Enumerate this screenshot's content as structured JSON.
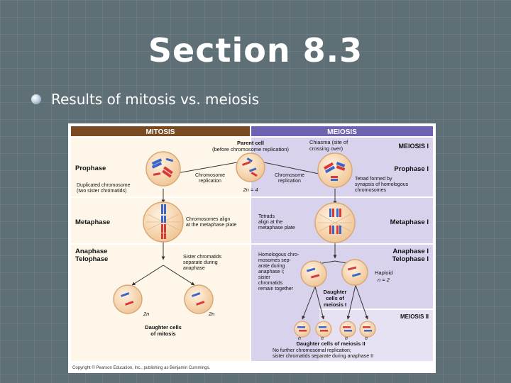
{
  "slide": {
    "title": "Section 8.3",
    "bullet": "Results of mitosis vs. meiosis"
  },
  "figure": {
    "mitosis_header": "MITOSIS",
    "meiosis_header": "MEIOSIS",
    "parent_cell": "Parent cell",
    "parent_cell_note": "(before chromosome replication)",
    "chiasma_1": "Chiasma (site of",
    "chiasma_2": "crossing over)",
    "meiosis_i_top": "MEIOSIS I",
    "prophase": "Prophase",
    "prophase_i": "Prophase I",
    "dup_chrom_1": "Duplicated chromosome",
    "dup_chrom_2": "(two sister chromatids)",
    "rep_left_1": "Chromosome",
    "rep_left_2": "replication",
    "rep_right_1": "Chromosome",
    "rep_right_2": "replication",
    "two_n_four": "2n = 4",
    "tetrad_1": "Tetrad formed by",
    "tetrad_2": "synapsis of homologous",
    "tetrad_3": "chromosomes",
    "metaphase": "Metaphase",
    "metaphase_i": "Metaphase I",
    "align_1": "Chromosomes align",
    "align_2": "at the metaphase plate",
    "tetrads_1": "Tetrads",
    "tetrads_2": "align at the",
    "tetrads_3": "metaphase plate",
    "anaphase": "Anaphase",
    "telophase": "Telophase",
    "anaphase_i": "Anaphase I",
    "telophase_i": "Telophase I",
    "sister_1": "Sister chromatids",
    "sister_2": "separate during",
    "sister_3": "anaphase",
    "homol_1": "Homologous chro-",
    "homol_2": "mosomes sep-",
    "homol_3": "arate during",
    "homol_4": "anaphase I;",
    "homol_5": "sister",
    "homol_6": "chromatids",
    "homol_7": "remain together",
    "haploid": "Haploid",
    "n_two": "n = 2",
    "daughter_i_1": "Daughter",
    "daughter_i_2": "cells of",
    "daughter_i_3": "meiosis I",
    "meiosis_ii": "MEIOSIS II",
    "two_n_label": "2n",
    "n_label": "n",
    "daughter_mitosis_1": "Daughter cells",
    "daughter_mitosis_2": "of mitosis",
    "daughter_meiosis_ii": "Daughter cells of meiosis II",
    "no_further_1": "No further chromosomal replication;",
    "no_further_2": "sister chromatids separate during anaphase II",
    "copyright": "Copyright © Pearson Education, Inc., publishing as Benjamin Cummings."
  },
  "colors": {
    "mitosis_header_bg": "#7a4a22",
    "meiosis_header_bg": "#6e63b0",
    "meiosis_panel": "#d8d2ec",
    "mitosis_panel": "#fdf6e9",
    "cell_fill": "#f6d7b4",
    "cell_edge": "#d9a876",
    "chrom_red": "#d83a3a",
    "chrom_blue": "#3b67c8"
  }
}
